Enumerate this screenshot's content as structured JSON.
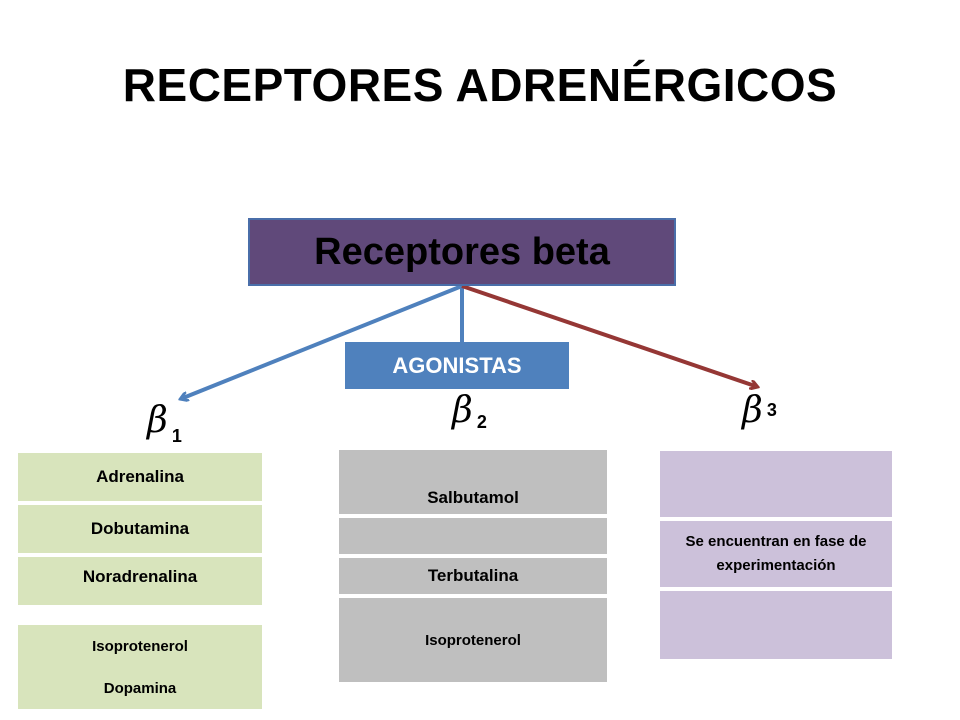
{
  "title": "RECEPTORES ADRENÉRGICOS",
  "header": "Receptores beta",
  "agonistas": "AGONISTAS",
  "betas": [
    {
      "symbol": "β",
      "sub": "1"
    },
    {
      "symbol": "β",
      "sub": "2"
    },
    {
      "symbol": "β",
      "sub": "3"
    }
  ],
  "col1": [
    "Adrenalina",
    "Dobutamina",
    "Noradrenalina",
    "Isoprotenerol",
    "Dopamina"
  ],
  "col2": [
    "Salbutamol",
    "",
    "Terbutalina",
    "Isoprotenerol"
  ],
  "col3": [
    "",
    "Se encuentran en fase de experimentación",
    ""
  ],
  "colors": {
    "header": "#60497a",
    "agonistas": "#4f81bd",
    "arrow_blue": "#4f81bd",
    "arrow_red": "#953735"
  }
}
